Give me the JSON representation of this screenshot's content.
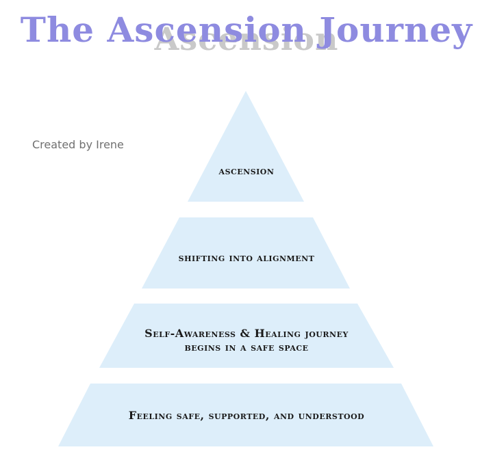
{
  "title": "The Ascension Journey",
  "title_shadow": "Ascension",
  "credit": "Created by Irene",
  "tiers": [
    {
      "label": "ascension"
    },
    {
      "label": "shifting into alignment"
    },
    {
      "label_line1": "Self-Awareness & Healing journey",
      "label_line2": "begins in a safe space"
    },
    {
      "label": "Feeling safe, supported, and understood"
    }
  ],
  "colors": {
    "title": "#8e8be0",
    "tier_fill": "#ddeefa",
    "text": "#1a1a1a",
    "credit": "#707070"
  }
}
